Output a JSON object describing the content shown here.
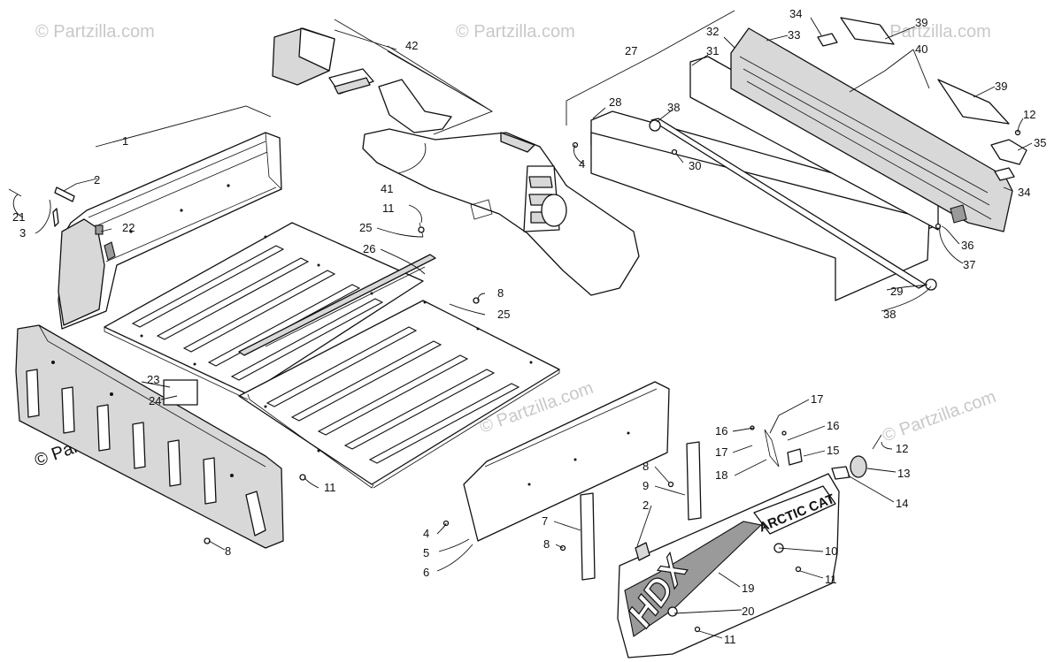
{
  "watermark": {
    "text": "© Partzilla.com",
    "main_text": "© Partzilla.com"
  },
  "decals": {
    "brand": "ARCTIC CAT",
    "model": "HDX"
  },
  "callouts": [
    {
      "id": "c1",
      "label": "1"
    },
    {
      "id": "c2a",
      "label": "2"
    },
    {
      "id": "c3",
      "label": "3"
    },
    {
      "id": "c21",
      "label": "21"
    },
    {
      "id": "c22",
      "label": "22"
    },
    {
      "id": "c42",
      "label": "42"
    },
    {
      "id": "c41",
      "label": "41"
    },
    {
      "id": "c11a",
      "label": "11"
    },
    {
      "id": "c25a",
      "label": "25"
    },
    {
      "id": "c26",
      "label": "26"
    },
    {
      "id": "c8a",
      "label": "8"
    },
    {
      "id": "c25b",
      "label": "25"
    },
    {
      "id": "c23",
      "label": "23"
    },
    {
      "id": "c24",
      "label": "24"
    },
    {
      "id": "c11b",
      "label": "11"
    },
    {
      "id": "c8b",
      "label": "8"
    },
    {
      "id": "c27",
      "label": "27"
    },
    {
      "id": "c28",
      "label": "28"
    },
    {
      "id": "c4a",
      "label": "4"
    },
    {
      "id": "c32",
      "label": "32"
    },
    {
      "id": "c31",
      "label": "31"
    },
    {
      "id": "c33",
      "label": "33"
    },
    {
      "id": "c34a",
      "label": "34"
    },
    {
      "id": "c39a",
      "label": "39"
    },
    {
      "id": "c40",
      "label": "40"
    },
    {
      "id": "c39b",
      "label": "39"
    },
    {
      "id": "c38a",
      "label": "38"
    },
    {
      "id": "c30",
      "label": "30"
    },
    {
      "id": "c12a",
      "label": "12"
    },
    {
      "id": "c35",
      "label": "35"
    },
    {
      "id": "c34b",
      "label": "34"
    },
    {
      "id": "c36",
      "label": "36"
    },
    {
      "id": "c37",
      "label": "37"
    },
    {
      "id": "c29",
      "label": "29"
    },
    {
      "id": "c38b",
      "label": "38"
    },
    {
      "id": "c4b",
      "label": "4"
    },
    {
      "id": "c5",
      "label": "5"
    },
    {
      "id": "c6",
      "label": "6"
    },
    {
      "id": "c7",
      "label": "7"
    },
    {
      "id": "c8c",
      "label": "8"
    },
    {
      "id": "c8d",
      "label": "8"
    },
    {
      "id": "c9",
      "label": "9"
    },
    {
      "id": "c2b",
      "label": "2"
    },
    {
      "id": "c16a",
      "label": "16"
    },
    {
      "id": "c17a",
      "label": "17"
    },
    {
      "id": "c17b",
      "label": "17"
    },
    {
      "id": "c16b",
      "label": "16"
    },
    {
      "id": "c18",
      "label": "18"
    },
    {
      "id": "c15",
      "label": "15"
    },
    {
      "id": "c12b",
      "label": "12"
    },
    {
      "id": "c13",
      "label": "13"
    },
    {
      "id": "c14",
      "label": "14"
    },
    {
      "id": "c10",
      "label": "10"
    },
    {
      "id": "c11c",
      "label": "11"
    },
    {
      "id": "c19",
      "label": "19"
    },
    {
      "id": "c20",
      "label": "20"
    },
    {
      "id": "c11d",
      "label": "11"
    }
  ]
}
